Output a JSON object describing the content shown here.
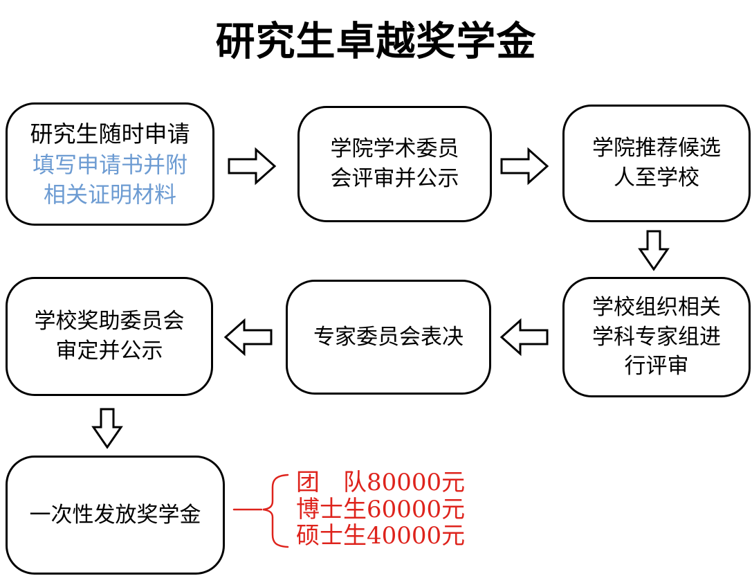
{
  "title": "研究生卓越奖学金",
  "colors": {
    "border_black": "#000000",
    "note_blue": "#6c9bd2",
    "award_red": "#de231c"
  },
  "flow": {
    "apply": {
      "main": "研究生随时申请",
      "note1": "填写申请书并附",
      "note2": "相关证明材料"
    },
    "college_review": {
      "line1": "学院学术委员",
      "line2": "会评审并公示"
    },
    "college_recommend": {
      "line1": "学院推荐候选",
      "line2": "人至学校"
    },
    "school_expert_review": {
      "line1": "学校组织相关",
      "line2": "学科专家组进",
      "line3": "行评审"
    },
    "expert_vote": {
      "line1": "专家委员会表决"
    },
    "award_committee": {
      "line1": "学校奖助委员会",
      "line2": "审定并公示"
    },
    "disburse": {
      "line1": "一次性发放奖学金"
    }
  },
  "awards": {
    "team": "团　队80000元",
    "doctoral": "博士生60000元",
    "master": "硕士生40000元"
  }
}
